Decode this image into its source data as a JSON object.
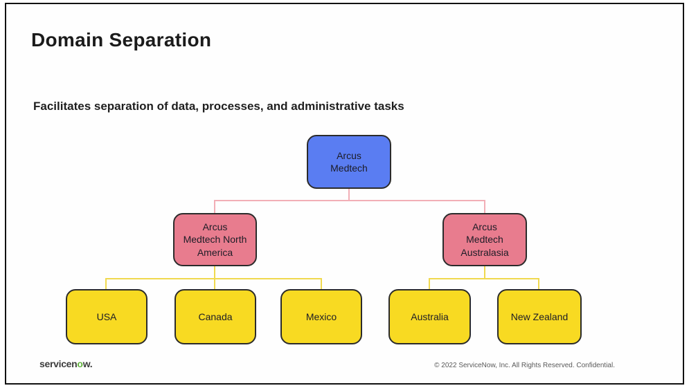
{
  "slide": {
    "title": "Domain Separation",
    "subtitle": "Facilitates separation of data, processes, and administrative tasks"
  },
  "org_chart": {
    "type": "org-tree",
    "root": {
      "label": "Arcus\nMedtech"
    },
    "branches": [
      {
        "label": "Arcus\nMedtech North\nAmerica",
        "children": [
          {
            "label": "USA"
          },
          {
            "label": "Canada"
          },
          {
            "label": "Mexico"
          }
        ]
      },
      {
        "label": "Arcus\nMedtech\nAustralasia",
        "children": [
          {
            "label": "Australia"
          },
          {
            "label": "New Zealand"
          }
        ]
      }
    ],
    "colors": {
      "root_fill": "#5a7df2",
      "branch_fill": "#e87c8e",
      "leaf_fill": "#f8da22",
      "connector_level1": "#f2aeb6",
      "connector_level2": "#f0d94e",
      "box_border": "#2b2b2b"
    }
  },
  "footer": {
    "logo": {
      "prefix": "servicen",
      "green_letter": "o",
      "suffix": "w",
      "period": "."
    },
    "logo_green_color": "#62b33e",
    "copyright": "© 2022 ServiceNow, Inc. All Rights Reserved. Confidential."
  }
}
